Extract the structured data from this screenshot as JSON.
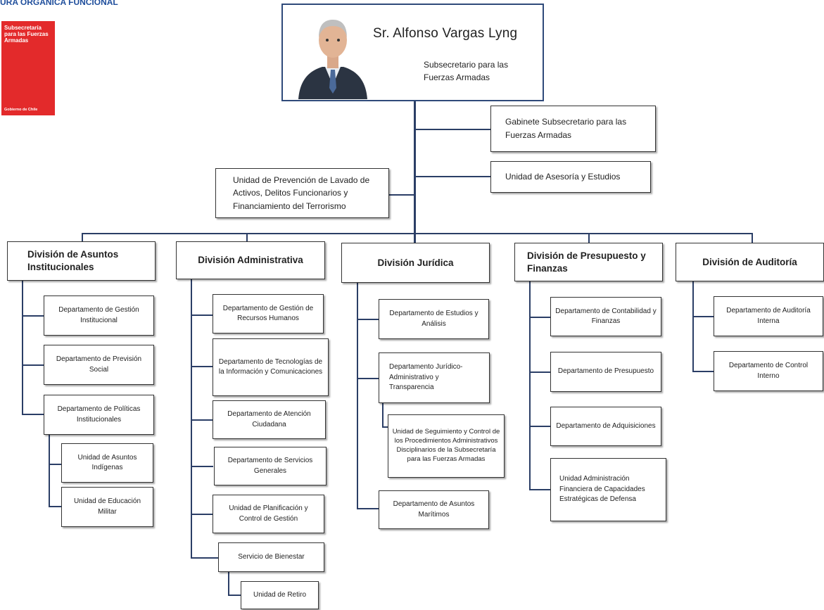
{
  "header": {
    "title": "URA ORGANICA FUNCIONAL",
    "logo_text": "Subsecretaría para las Fuerzas Armadas",
    "logo_footer": "Gobierno de Chile"
  },
  "head": {
    "name": "Sr.  Alfonso Vargas Lyng",
    "role": "Subsecretario para las Fuerzas Armadas"
  },
  "staff": {
    "gabinete": "Gabinete Subsecretario para las Fuerzas Armadas",
    "asesoria": "Unidad de Asesoría y Estudios",
    "prevencion": "Unidad de Prevención de Lavado de Activos, Delitos Funcionarios y Financiamiento del Terrorismo"
  },
  "divisions": {
    "asuntos": {
      "title": "División de Asuntos Institucionales",
      "items": [
        "Departamento de Gestión Institucional",
        "Departamento de Previsión Social",
        "Departamento de Políticas Institucionales"
      ],
      "sub": [
        "Unidad de Asuntos Indígenas",
        "Unidad de Educación Militar"
      ]
    },
    "administrativa": {
      "title": "División Administrativa",
      "items": [
        "Departamento de Gestión de Recursos Humanos",
        "Departamento de Tecnologías de la Información y Comunicaciones",
        "Departamento de Atención Ciudadana",
        "Departamento de Servicios Generales",
        "Unidad de Planificación y Control de Gestión",
        "Servicio de Bienestar"
      ],
      "sub": [
        "Unidad de Retiro"
      ]
    },
    "juridica": {
      "title": "División Jurídica",
      "items": [
        "Departamento de Estudios y Análisis",
        "Departamento Jurídico-Administrativo y Transparencia",
        "Departamento de Asuntos Marítimos"
      ],
      "sub": [
        "Unidad de Seguimiento y Control de los Procedimientos Administrativos Disciplinarios de la Subsecretaría para las Fuerzas Armadas"
      ]
    },
    "presupuesto": {
      "title": "División de Presupuesto y Finanzas",
      "items": [
        "Departamento de Contabilidad y Finanzas",
        "Departamento de Presupuesto",
        "Departamento de Adquisiciones",
        "Unidad Administración Financiera de Capacidades Estratégicas de Defensa"
      ]
    },
    "auditoria": {
      "title": "División de Auditoría",
      "items": [
        "Departamento de Auditoría Interna",
        "Departamento de Control Interno"
      ]
    }
  }
}
